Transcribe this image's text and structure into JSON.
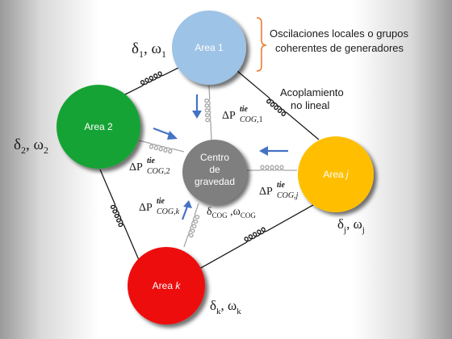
{
  "nodes": {
    "area1": {
      "label": "Area 1",
      "color": "#9dc3e6",
      "symbol": "δ",
      "sub": "1",
      "sep": ", ω",
      "sub2": "1"
    },
    "area2": {
      "label": "Area 2",
      "color": "#17a336",
      "symbol": "δ",
      "sub": "2",
      "sep": ", ω",
      "sub2": "2"
    },
    "areaj": {
      "label_prefix": "Area ",
      "label_italic": "j",
      "color": "#ffbf00",
      "symbol": "δ",
      "sub": "j",
      "sep": ", ω",
      "sub2": "j"
    },
    "areak": {
      "label_prefix": "Area ",
      "label_italic": "k",
      "color": "#ee1111",
      "symbol": "δ",
      "sub": "k",
      "sep": ", ω",
      "sub2": "k"
    },
    "center": {
      "line1": "Centro",
      "line2": "de",
      "line3": "gravedad",
      "color": "#7f7f7f",
      "symbol": "δ",
      "sub": "COG",
      "sep": " ,ω",
      "sub2": "COG"
    }
  },
  "tie_labels": {
    "delta": "ΔP",
    "sup": "tie",
    "sub_prefix": "COG,",
    "area1": "1",
    "area2": "2",
    "areaj": "j",
    "areak": "k"
  },
  "annotations": {
    "oscillations_line1": "Oscilaciones locales o grupos",
    "oscillations_line2": "coherentes de generadores",
    "coupling_line1": "Acoplamiento",
    "coupling_line2": "no lineal"
  },
  "colors": {
    "arrow": "#4472c4",
    "bracket": "#ed7d31",
    "coil_gray": "#a6a6a6",
    "coil_black": "#1a1a1a"
  }
}
